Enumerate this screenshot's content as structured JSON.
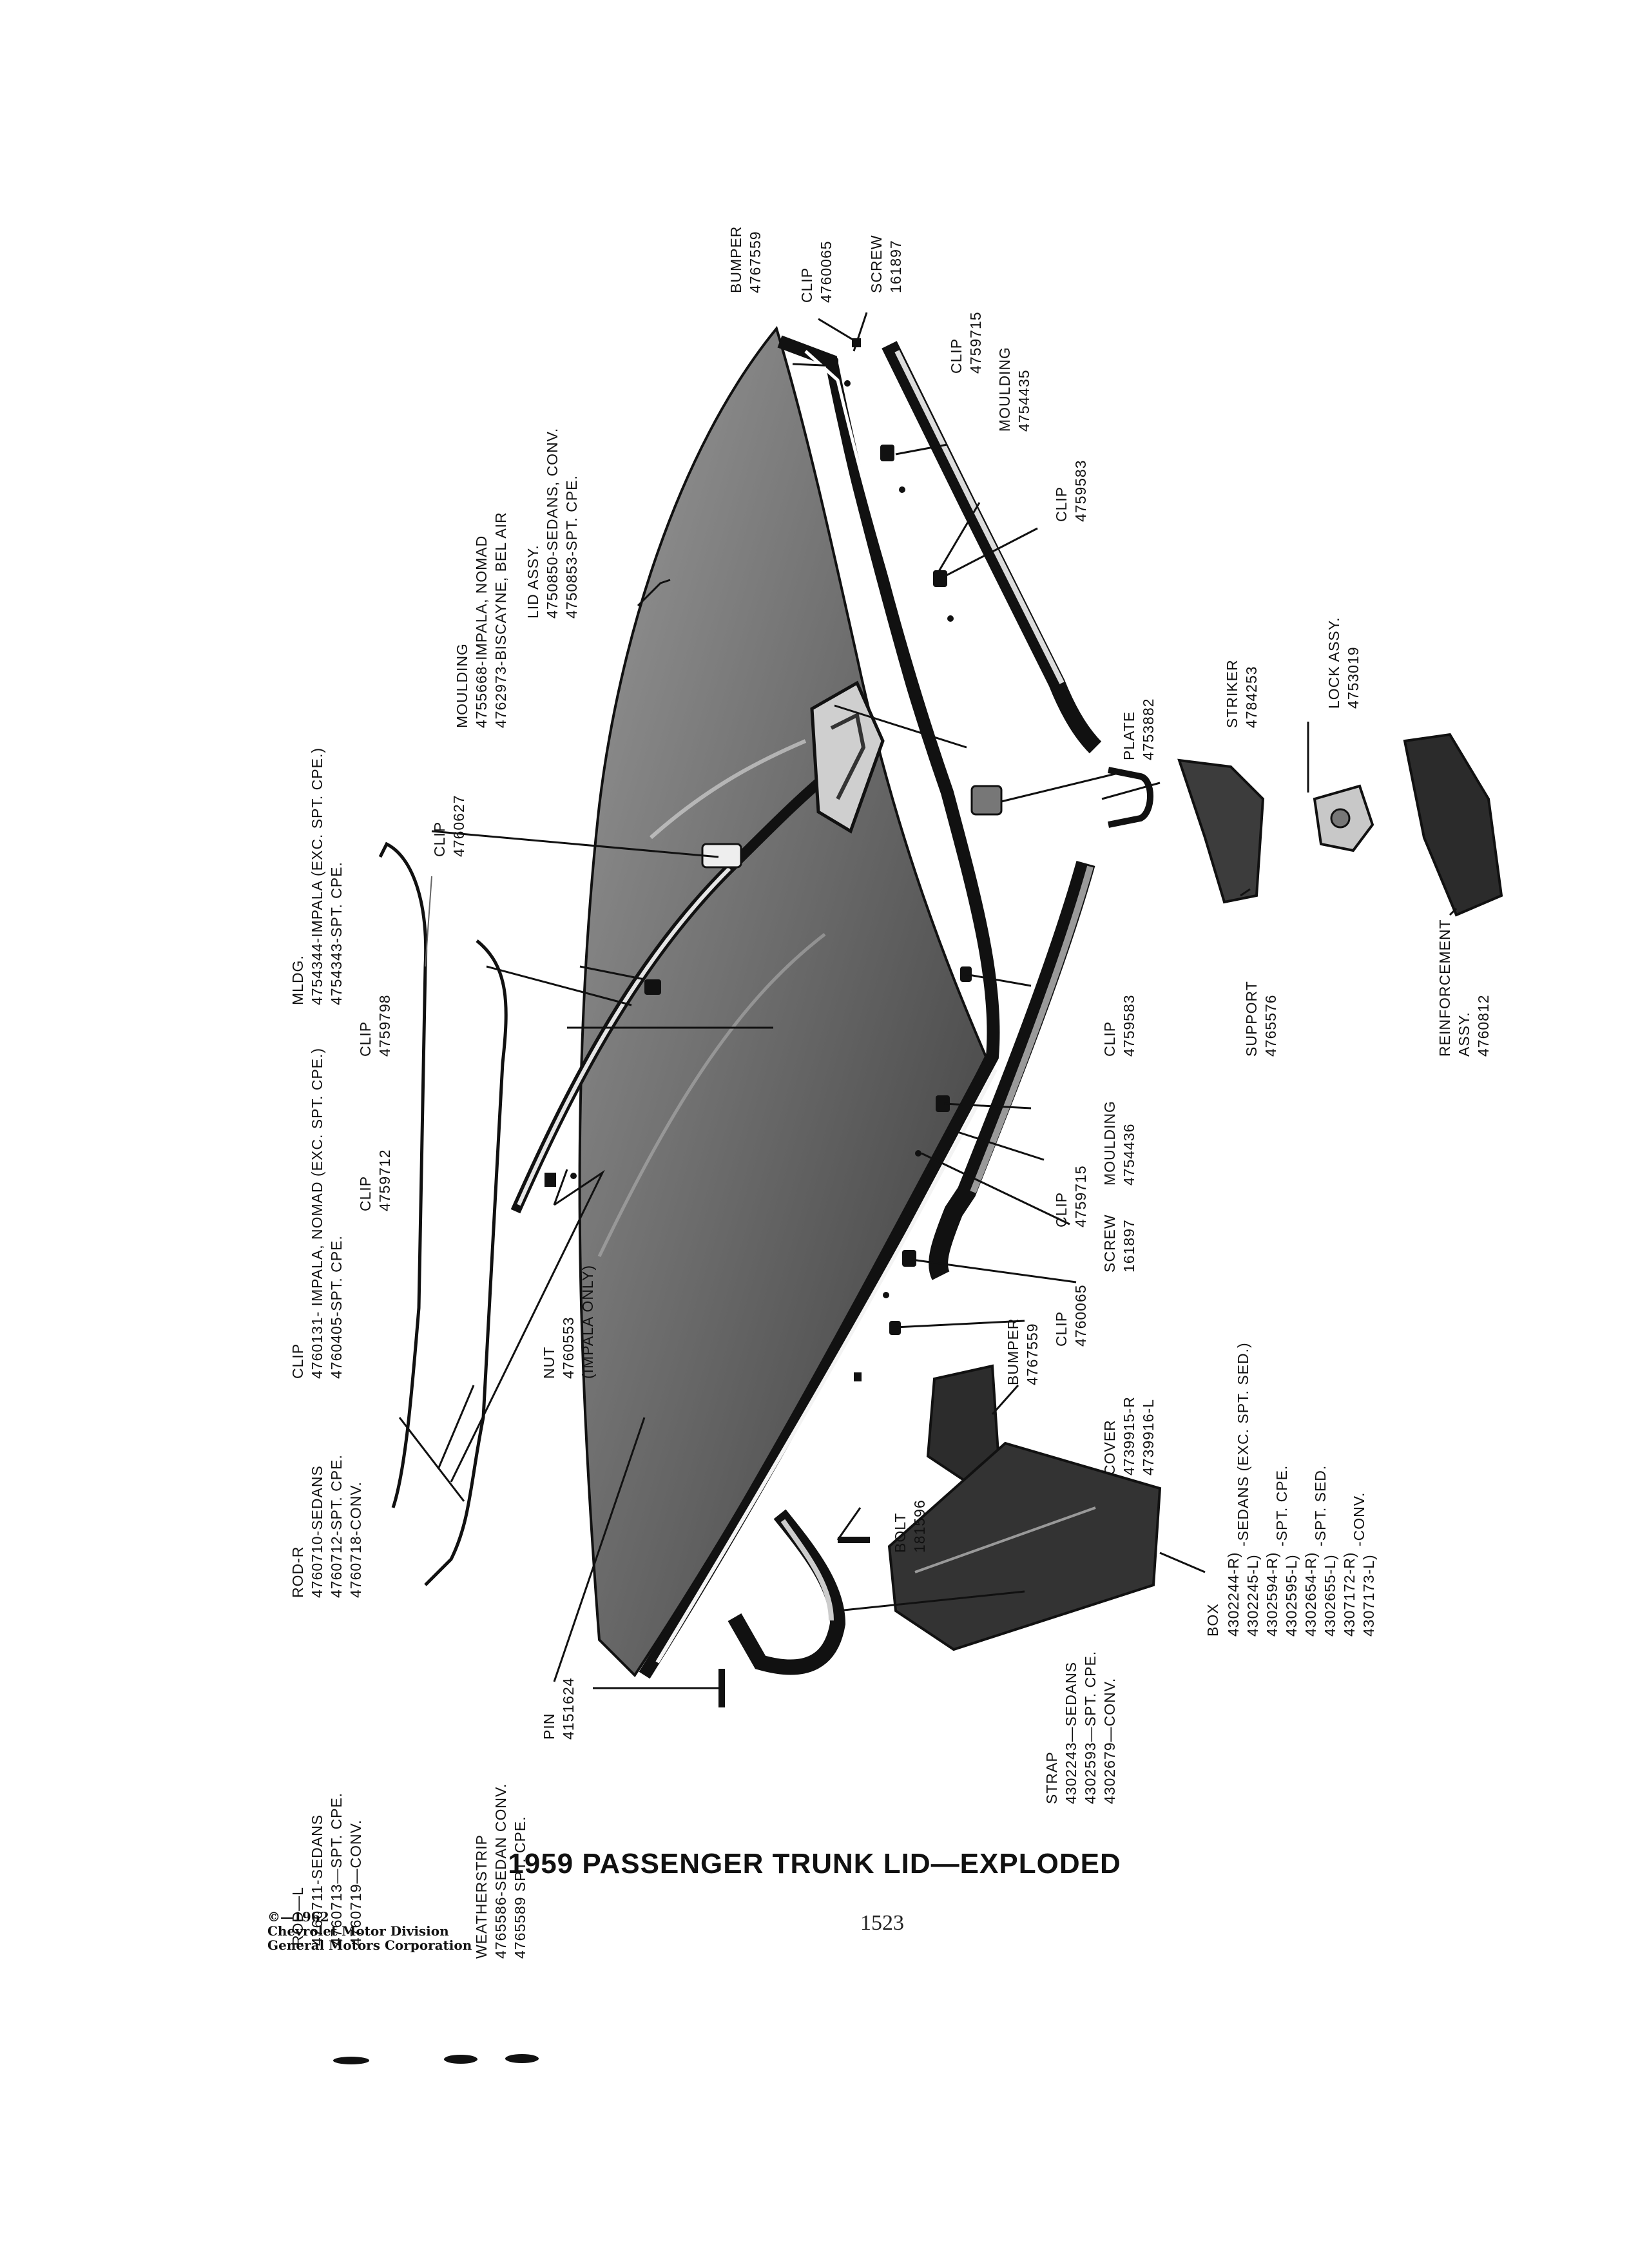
{
  "title": "1959 PASSENGER TRUNK LID—EXPLODED",
  "page_number": "1523",
  "copyright": {
    "line1": "©—1962",
    "line2": "Chevrolet Motor Division",
    "line3": "General Motors Corporation"
  },
  "labels": {
    "rod_l": [
      "ROD—L",
      "4760711-SEDANS",
      "4760713—SPT. CPE.",
      "4760719—CONV."
    ],
    "rod_r": [
      "ROD-R",
      "4760710-SEDANS",
      "4760712-SPT. CPE.",
      "4760718-CONV."
    ],
    "clip_4760131": [
      "CLIP",
      "4760131- IMPALA, NOMAD (EXC. SPT. CPE.)",
      "4760405-SPT. CPE."
    ],
    "clip_4759712": [
      "CLIP",
      "4759712"
    ],
    "clip_4759798": [
      "CLIP",
      "4759798"
    ],
    "mldg": [
      "MLDG.",
      "4754344-IMPALA (EXC. SPT. CPE.)",
      "4754343-SPT. CPE."
    ],
    "clip_4760627": [
      "CLIP",
      "4760627"
    ],
    "moulding_4755668": [
      "MOULDING",
      "4755668-IMPALA, NOMAD",
      "4762973-BISCAYNE, BEL AIR"
    ],
    "lid_assy": [
      "LID ASSY.",
      "4750850-SEDANS, CONV.",
      "4750853-SPT. CPE."
    ],
    "bumper_top": [
      "BUMPER",
      "4767559"
    ],
    "clip_4760065_top": [
      "CLIP",
      "4760065"
    ],
    "screw_top": [
      "SCREW",
      "161897"
    ],
    "clip_4759715_top": [
      "CLIP",
      "4759715"
    ],
    "moulding_4754435": [
      "MOULDING",
      "4754435"
    ],
    "clip_4759583_top": [
      "CLIP",
      "4759583"
    ],
    "plate": [
      "PLATE",
      "4753882"
    ],
    "striker": [
      "STRIKER",
      "4784253"
    ],
    "lock_assy": [
      "LOCK ASSY.",
      "4753019"
    ],
    "support": [
      "SUPPORT",
      "4765576"
    ],
    "reinforcement": [
      "REINFORCEMENT",
      "ASSY.",
      "4760812"
    ],
    "clip_4759583_bottom": [
      "CLIP",
      "4759583"
    ],
    "moulding_4754436": [
      "MOULDING",
      "4754436"
    ],
    "clip_4759715_bottom": [
      "CLIP",
      "4759715"
    ],
    "screw_bottom": [
      "SCREW",
      "161897"
    ],
    "clip_4760065_bottom": [
      "CLIP",
      "4760065"
    ],
    "bumper_bottom": [
      "BUMPER",
      "4767559"
    ],
    "cover": [
      "COVER",
      "4739915-R",
      "4739916-L"
    ],
    "nut": [
      "NUT",
      "4760553",
      "(IMPALA ONLY)"
    ],
    "bolt": [
      "BOLT",
      "181596"
    ],
    "weatherstrip": [
      "WEATHERSTRIP",
      "4765586-SEDAN CONV.",
      "4765589 SPT. CPE."
    ],
    "pin": [
      "PIN",
      "4151624"
    ],
    "strap": [
      "STRAP",
      "4302243—SEDANS",
      "4302593—SPT. CPE.",
      "4302679—CONV."
    ],
    "box": [
      "BOX",
      "4302244-R)",
      "4302245-L)",
      "4302594-R)",
      "4302595-L)",
      "4302654-R)",
      "4302655-L)",
      "4307172-R)",
      "4307173-L)"
    ],
    "box_groups": [
      "-SEDANS (EXC. SPT. SED.)",
      "-SPT. CPE.",
      "-SPT. SED.",
      "-CONV."
    ]
  }
}
